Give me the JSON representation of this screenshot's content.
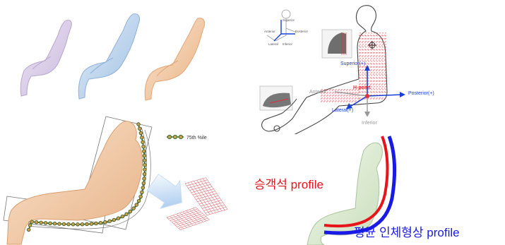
{
  "top_left": {
    "figures": [
      "seated-body-purple",
      "seated-body-blue",
      "seated-body-orange"
    ],
    "colors": {
      "purple": "#d9cde6",
      "blue": "#bcd3ec",
      "orange": "#f0c9a3"
    }
  },
  "bottom_left": {
    "legend_label": "75th %ile",
    "series_color": "#3d6b2a"
  },
  "top_right": {
    "labels": {
      "superior": "Superior(+)",
      "anterior": "Anterior",
      "posterior": "Posterior(+)",
      "lateral": "Lateral(+)",
      "inferior": "Inferior",
      "hpoint": "H-point"
    },
    "inset_labels": {
      "superior": "Superior",
      "anterior": "Anterior",
      "posterior": "Posterior",
      "inferior": "Inferior",
      "lateral": "Lateral"
    },
    "colors": {
      "axis": "#1a3fd6",
      "grid": "#e0303a"
    }
  },
  "bottom_right": {
    "seat_profile_label": "승객석 profile",
    "body_profile_label": "평균 인체형상 profile",
    "colors": {
      "seat": "#e8141b",
      "body": "#1a1ae6"
    }
  }
}
